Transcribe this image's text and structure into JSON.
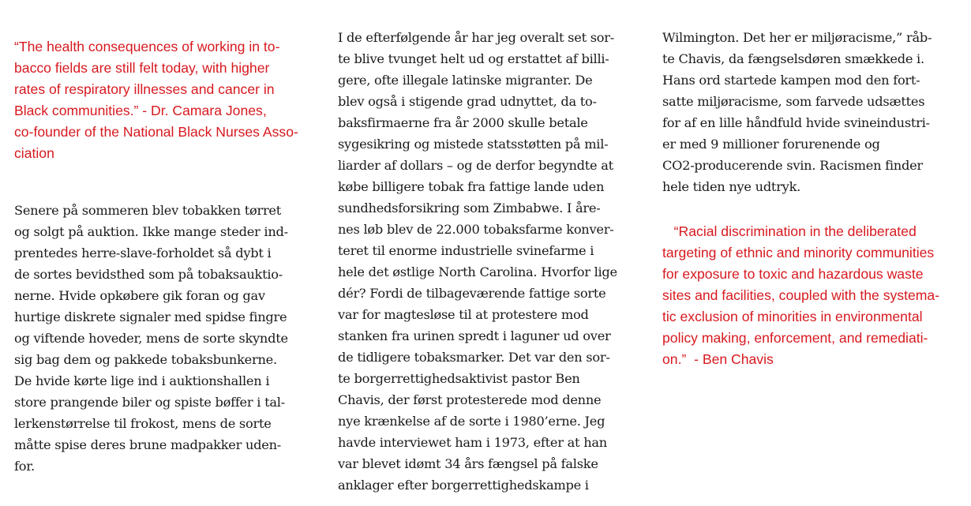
{
  "colors": {
    "quote": "#d7191f",
    "body": "#1a1a1a",
    "background": "#ffffff"
  },
  "column1": {
    "quote": "“The health consequences of working in to-\nbacco fields are still felt today, with higher\nrates of respiratory illnesses and cancer in\nBlack communities.” - Dr. Camara Jones,\nco-founder of the National Black Nurses Asso-\nciation",
    "body": "Senere på sommeren blev tobakken tørret\nog solgt på auktion. Ikke mange steder ind-\nprentedes herre-slave-forholdet så dybt i\nde sortes bevidsthed som på tobaksauktio-\nnerne. Hvide opkøbere gik foran og gav\nhurtige diskrete signaler med spidse fingre\nog viftende hoveder, mens de sorte skyndte\nsig bag dem og pakkede tobaksbunkerne.\nDe hvide kørte lige ind i auktionshallen i\nstore prangende biler og spiste bøffer i tal-\nlerkenstørrelse til frokost, mens de sorte\nmåtte spise deres brune madpakker uden-\nfor."
  },
  "column2": {
    "body": "I de efterfølgende år har jeg overalt set sor-\nte blive tvunget helt ud og erstattet af billi-\ngere, ofte illegale latinske migranter. De\nblev også i stigende grad udnyttet, da to-\nbaksfirmaerne fra år 2000 skulle betale\nsygesikring og mistede statsstøtten på mil-\nliarder af dollars – og de derfor begyndte at\nkøbe billigere tobak fra fattige lande uden\nsundhedsforsikring som Zimbabwe. I åre-\nnes løb blev de 22.000 tobaksfarme konver-\nteret til enorme industrielle svinefarme i\nhele det østlige North Carolina. Hvorfor lige\ndér? Fordi de tilbageværende fattige sorte\nvar for magtesløse til at protestere mod\nstanken fra urinen spredt i laguner ud over\nde tidligere tobaksmarker. Det var den sor-\nte borgerrettighedsaktivist pastor Ben\nChavis, der først protesterede mod denne\nnye krænkelse af de sorte i 1980’erne. Jeg\nhavde interviewet ham i 1973, efter at han\nvar blevet idømt 34 års fængsel på falske\nanklager efter borgerrettighedskampe i"
  },
  "column3": {
    "body": "Wilmington.  Det her er miljøracisme,” råb-\nte Chavis, da fængselsdøren smækkede i.\nHans ord startede kampen mod den fort-\nsatte miljøracisme, som farvede udsættes\nfor af en lille håndfuld hvide svineindustri-\ner med 9 millioner forurenende og\nCO2-producerende svin. Racismen finder\nhele tiden nye udtryk.",
    "quote": "   “Racial discrimination in the deliberated\ntargeting of ethnic and minority communities\nfor exposure to toxic and hazardous waste\nsites and facilities, coupled with the systema-\ntic exclusion of minorities in environmental\npolicy making, enforcement, and remediati-\non.”  - Ben Chavis"
  }
}
